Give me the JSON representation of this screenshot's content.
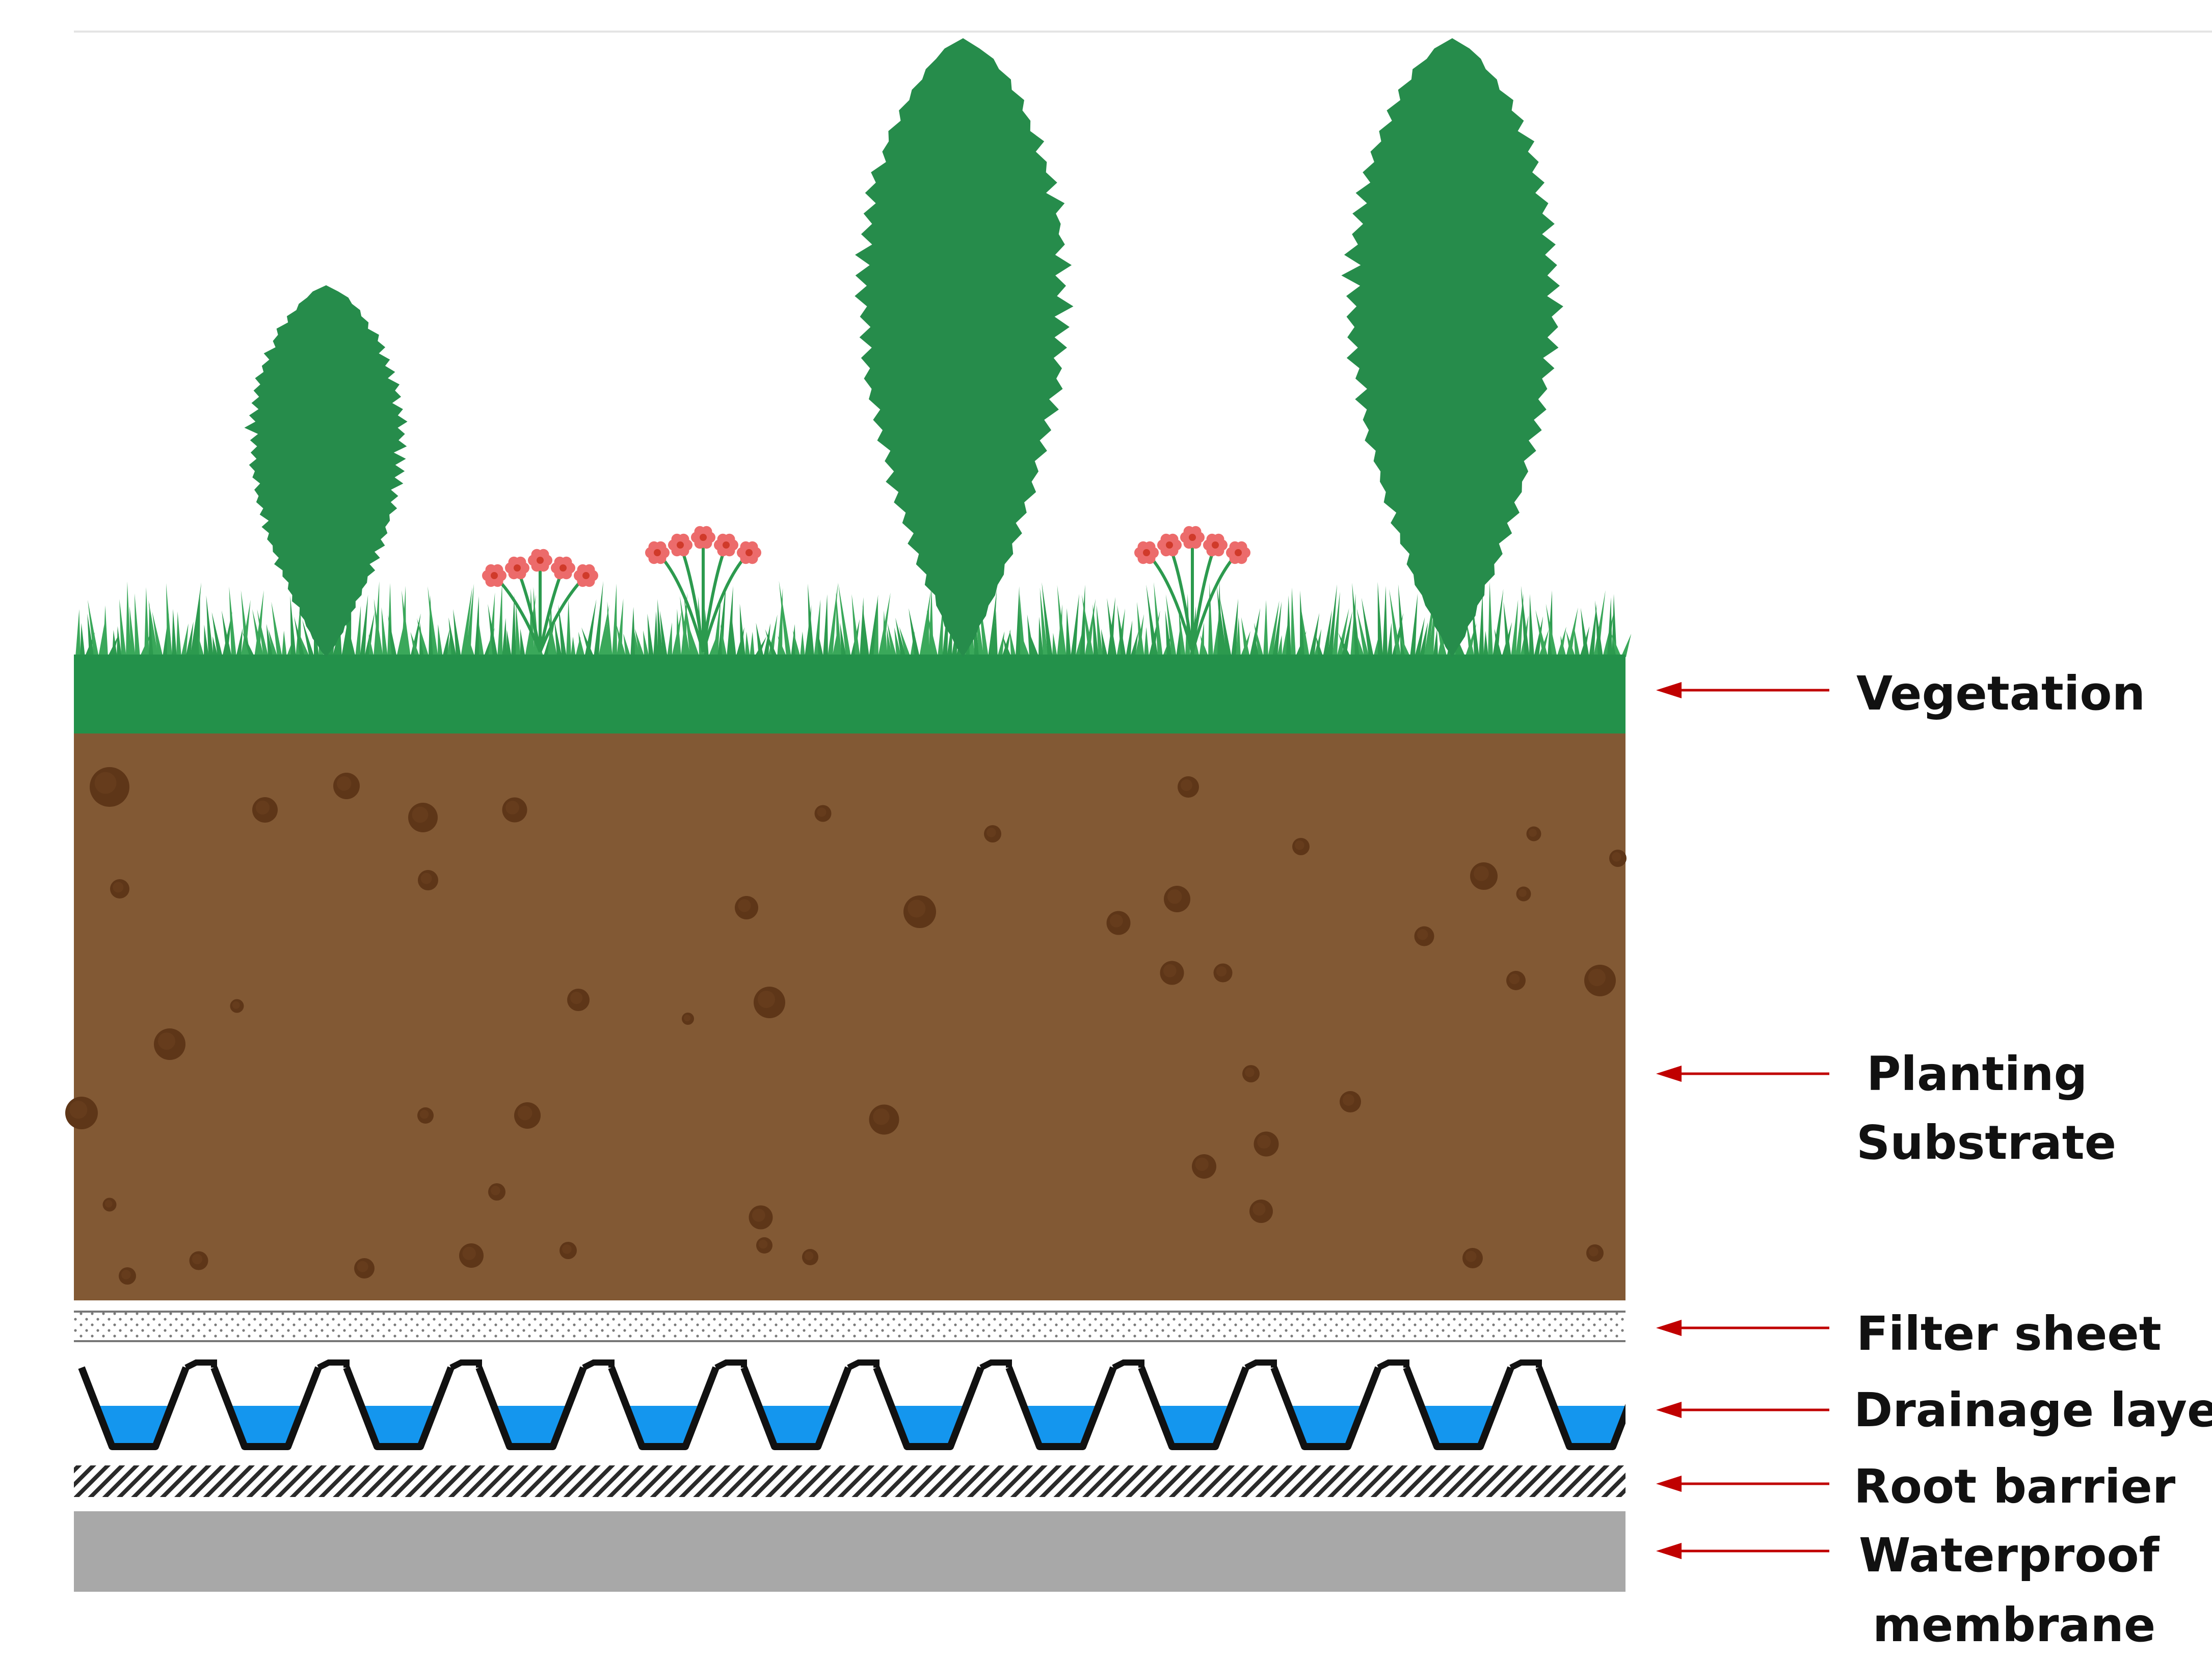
{
  "layers": [
    {
      "id": "vegetation",
      "lines": [
        "Vegetation"
      ],
      "color": "#23914a"
    },
    {
      "id": "planting-substrate",
      "lines": [
        "Planting",
        "Substrate"
      ],
      "color": "#825934"
    },
    {
      "id": "filter-sheet",
      "lines": [
        "Filter sheet"
      ],
      "color": "#a0a0a0"
    },
    {
      "id": "drainage-layer",
      "lines": [
        "Drainage layer"
      ],
      "color": "#1496ee"
    },
    {
      "id": "root-barrier",
      "lines": [
        "Root barrier"
      ],
      "color": "#333333"
    },
    {
      "id": "waterproof-membrane",
      "lines": [
        "Waterproof",
        "membrane"
      ],
      "color": "#a8a8a8"
    }
  ],
  "colors": {
    "tree": "#268c4b",
    "grass": "#2c9a4e",
    "flower": "#ec6b6b",
    "flower_center": "#d03a2a",
    "soil_particle": "#5e3618",
    "arrow": "#c00000",
    "water": "#1496ee"
  }
}
